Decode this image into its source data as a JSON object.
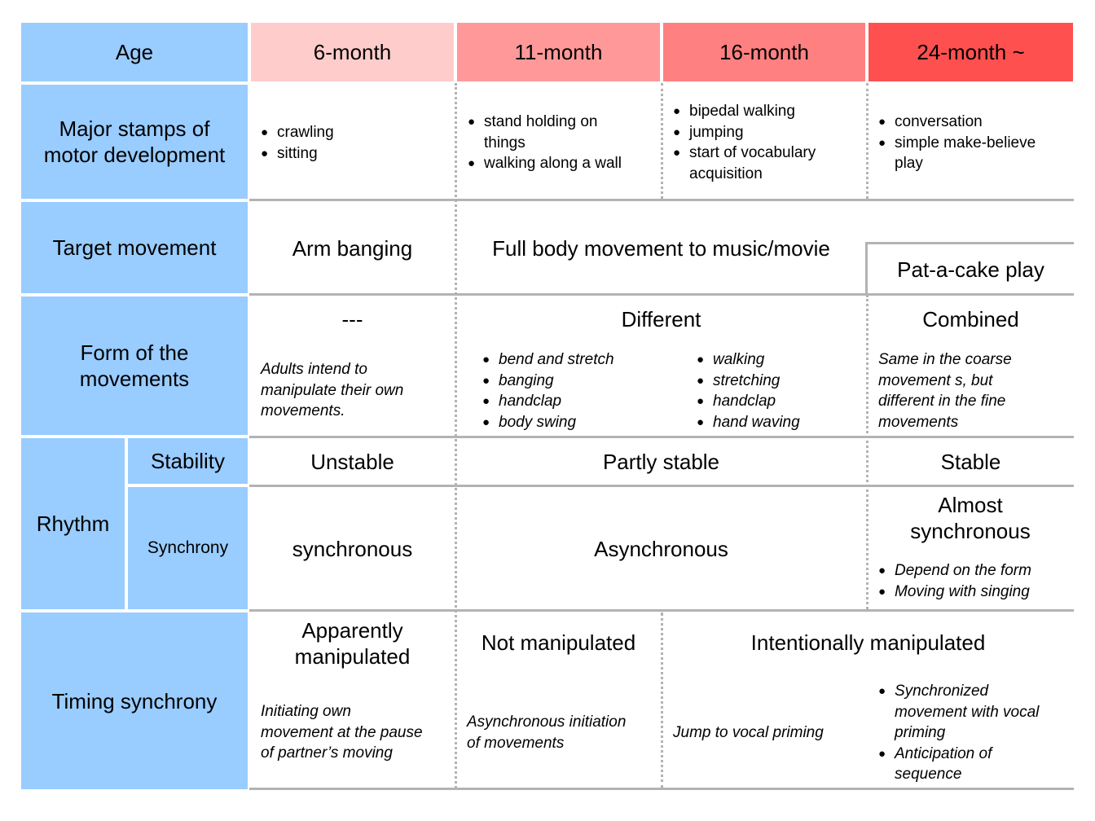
{
  "header": {
    "age": "Age",
    "m6": "6-month",
    "m11": "11-month",
    "m16": "16-month",
    "m24": "24-month ~",
    "colors": {
      "m6": "#ffcccc",
      "m11": "#ff9999",
      "m16": "#ff8080",
      "m24": "#ff5050"
    }
  },
  "rows": {
    "stamps": "Major stamps of motor development",
    "target": "Target movement",
    "form": "Form of the movements",
    "rhythm": "Rhythm",
    "stability": "Stability",
    "synchrony": "Synchrony",
    "timing": "Timing synchrony"
  },
  "stamps": {
    "m6": [
      "crawling",
      "sitting"
    ],
    "m11": [
      "stand holding on",
      "things",
      "walking along a wall"
    ],
    "m16": [
      "bipedal walking",
      "jumping",
      "start of vocabulary",
      "acquisition"
    ],
    "m24": [
      "conversation",
      "simple make-believe",
      "play"
    ]
  },
  "target": {
    "m6": "Arm banging",
    "m11_16": "Full body movement to music/movie",
    "m24": "Pat-a-cake play"
  },
  "form": {
    "m6_title": "---",
    "m6_text": [
      "Adults intend to",
      "manipulate  their own",
      "movements."
    ],
    "mid_title": "Different",
    "mid_left": [
      "bend and stretch",
      "banging",
      "handclap",
      "body swing"
    ],
    "mid_right": [
      "walking",
      "stretching",
      "handclap",
      "hand waving"
    ],
    "m24_title": "Combined",
    "m24_text": [
      "Same in the coarse",
      "movement s, but",
      "different in the fine",
      "movements"
    ]
  },
  "stability": {
    "m6": "Unstable",
    "mid": "Partly stable",
    "m24": "Stable"
  },
  "synchrony": {
    "m6": "synchronous",
    "mid": "Asynchronous",
    "m24_title": "Almost synchronous",
    "m24_items": [
      "Depend on the form",
      "Moving with singing"
    ]
  },
  "timing": {
    "m6_title": "Apparently manipulated",
    "m6_text": [
      "Initiating own",
      "movement at the pause",
      "of  partner’s moving"
    ],
    "m11_title": "Not manipulated",
    "m11_text": [
      "Asynchronous initiation",
      "of movements"
    ],
    "m16_24_title": "Intentionally manipulated",
    "m16_text": "Jump to vocal priming",
    "m24_items": [
      "Synchronized",
      "movement with vocal",
      "priming",
      "Anticipation of",
      "sequence"
    ]
  }
}
